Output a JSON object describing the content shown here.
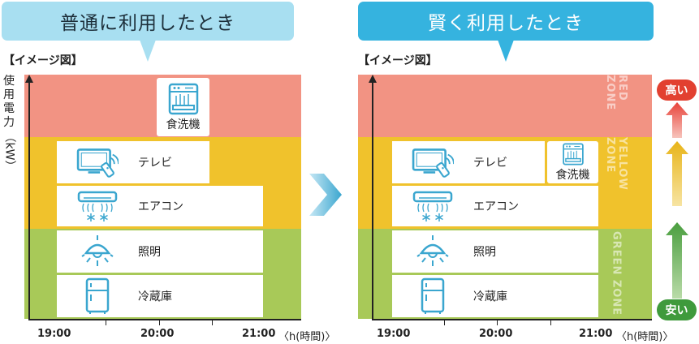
{
  "left": {
    "bubble": "普通に利用したとき",
    "image_label": "【イメージ図】",
    "y_axis_label": [
      "使",
      "用",
      "電",
      "力",
      "（kW）"
    ],
    "items": {
      "dishwasher": "食洗機",
      "tv": "テレビ",
      "aircon": "エアコン",
      "light": "照明",
      "fridge": "冷蔵庫"
    },
    "x_ticks": [
      "19:00",
      "20:00",
      "21:00"
    ],
    "x_unit": "〈h(時間)〉"
  },
  "right": {
    "bubble": "賢く利用したとき",
    "image_label": "【イメージ図】",
    "items": {
      "tv": "テレビ",
      "dishwasher": "食洗機",
      "aircon": "エアコン",
      "light": "照明",
      "fridge": "冷蔵庫"
    },
    "x_ticks": [
      "19:00",
      "20:00",
      "21:00"
    ],
    "x_unit": "〈h(時間)〉",
    "zones": {
      "red": "RED ZONE",
      "yellow": "YELLOW ZONE",
      "green": "GREEN ZONE"
    },
    "scale": {
      "high": "高い",
      "low": "安い"
    }
  },
  "colors": {
    "red_zone": "#f29383",
    "yellow_zone": "#f0c22c",
    "green_zone": "#a8c958",
    "icon_blue": "#3aa6cf",
    "bubble_light": "#a8dff1",
    "bubble_dark": "#35b3df",
    "high": "#e24030",
    "low": "#3f9a3c"
  }
}
